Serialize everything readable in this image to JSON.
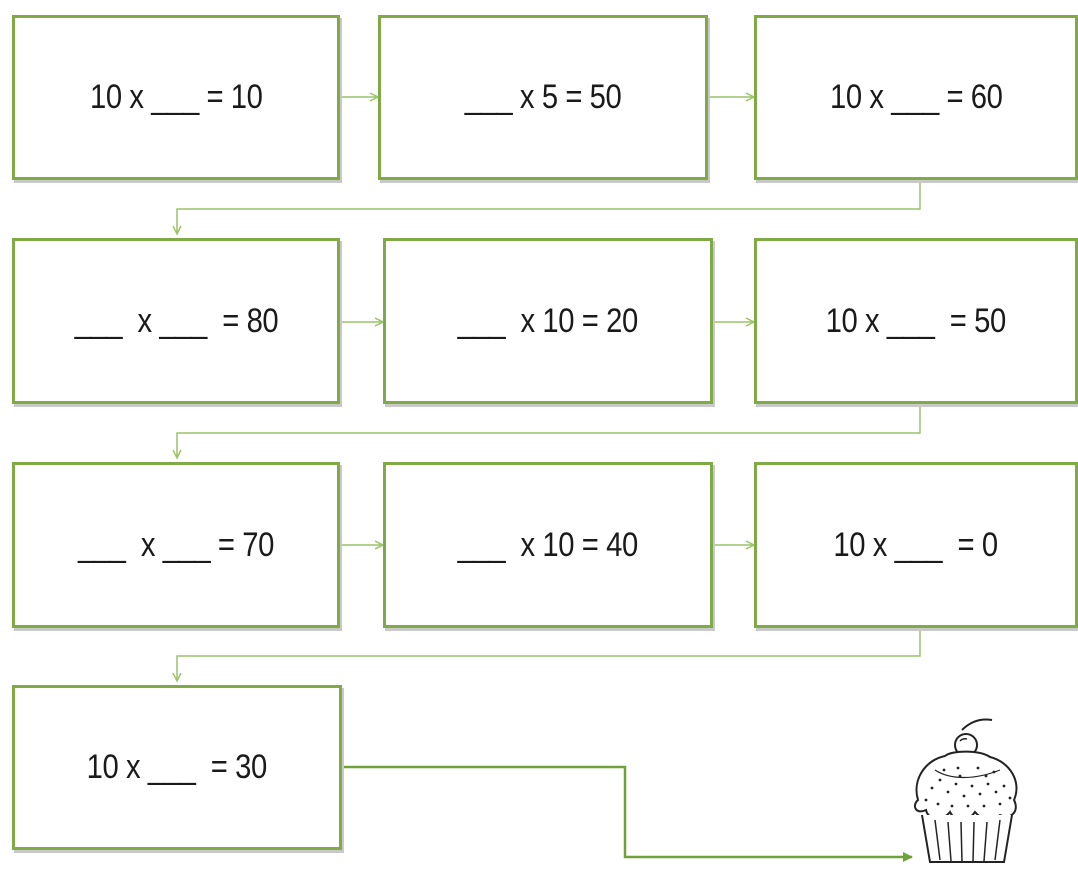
{
  "colors": {
    "box_border": "#7faa45",
    "arrow": "#9cc36a",
    "arrow_dark": "#6fa33a",
    "text": "#1a1a1a"
  },
  "rows": [
    {
      "boxes": [
        {
          "text": "10 x ___ = 10"
        },
        {
          "text": "___ x 5 = 50"
        },
        {
          "text": "10 x ___ = 60"
        }
      ]
    },
    {
      "boxes": [
        {
          "text": "___  x ___  = 80"
        },
        {
          "text": "___  x 10 = 20"
        },
        {
          "text": "10 x ___  = 50"
        }
      ]
    },
    {
      "boxes": [
        {
          "text": "___  x ___ = 70"
        },
        {
          "text": "___  x 10 = 40"
        },
        {
          "text": "10 x ___  = 0"
        }
      ]
    },
    {
      "boxes": [
        {
          "text": "10 x ___  = 30"
        }
      ]
    }
  ],
  "end_icon": "cupcake-icon"
}
